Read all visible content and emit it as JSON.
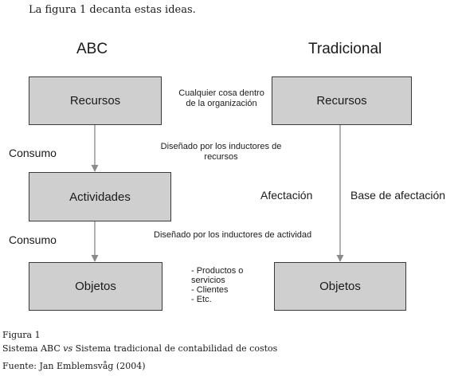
{
  "intro": "La figura 1 decanta estas ideas.",
  "left_column": {
    "title": "ABC",
    "box_resources": "Recursos",
    "box_activities": "Actividades",
    "box_objects": "Objetos",
    "label_consumption_1": "Consumo",
    "label_consumption_2": "Consumo"
  },
  "right_column": {
    "title": "Tradicional",
    "box_resources": "Recursos",
    "box_objects": "Objetos",
    "label_allocation": "Afectación",
    "label_allocation_base": "Base de afectación"
  },
  "notes": {
    "anything_line1": "Cualquier cosa dentro",
    "anything_line2": "de la organización",
    "designed_resources_line1": "Diseñado por los inductores de",
    "designed_resources_line2": "recursos",
    "designed_activity": "Diseñado por los inductores de actividad",
    "objects_list": [
      "- Productos o",
      "servicios",
      "- Clientes",
      "- Etc."
    ]
  },
  "caption": {
    "figure": "Figura 1",
    "title_prefix": "Sistema ABC",
    "title_vs": "vs",
    "title_suffix": "Sistema tradicional de contabilidad de costos",
    "source": "Fuente: Jan Emblemsvåg (2004)"
  },
  "colors": {
    "box_fill": "#cfcfcf",
    "arrow": "#8a8a8a",
    "text": "#1a1a1a"
  }
}
